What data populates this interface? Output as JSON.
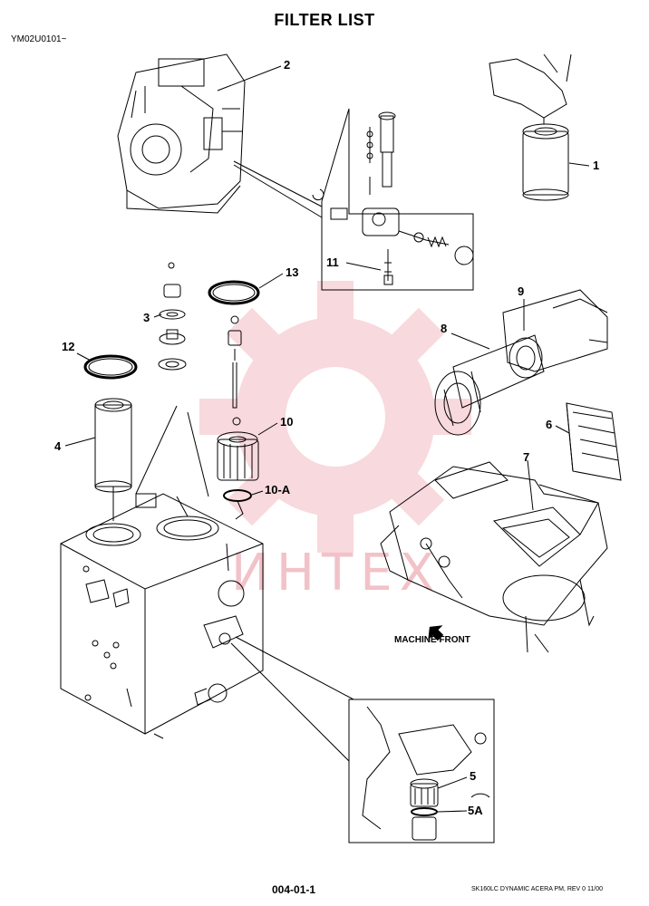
{
  "header": {
    "title": "FILTER LIST",
    "doc_id": "YM02U0101~"
  },
  "footer": {
    "page_number": "004-01-1",
    "manual_ref": "SK160LC DYNAMIC ACERA PM,  REV 0 11/00"
  },
  "watermark": {
    "text": "ИНТЕХ",
    "color": "#f0b8c0"
  },
  "callouts": [
    "1",
    "2",
    "3",
    "4",
    "5",
    "5A",
    "6",
    "7",
    "8",
    "9",
    "10",
    "10-A",
    "11",
    "12",
    "13"
  ],
  "notes": {
    "machine_front": "MACHINE FRONT"
  }
}
